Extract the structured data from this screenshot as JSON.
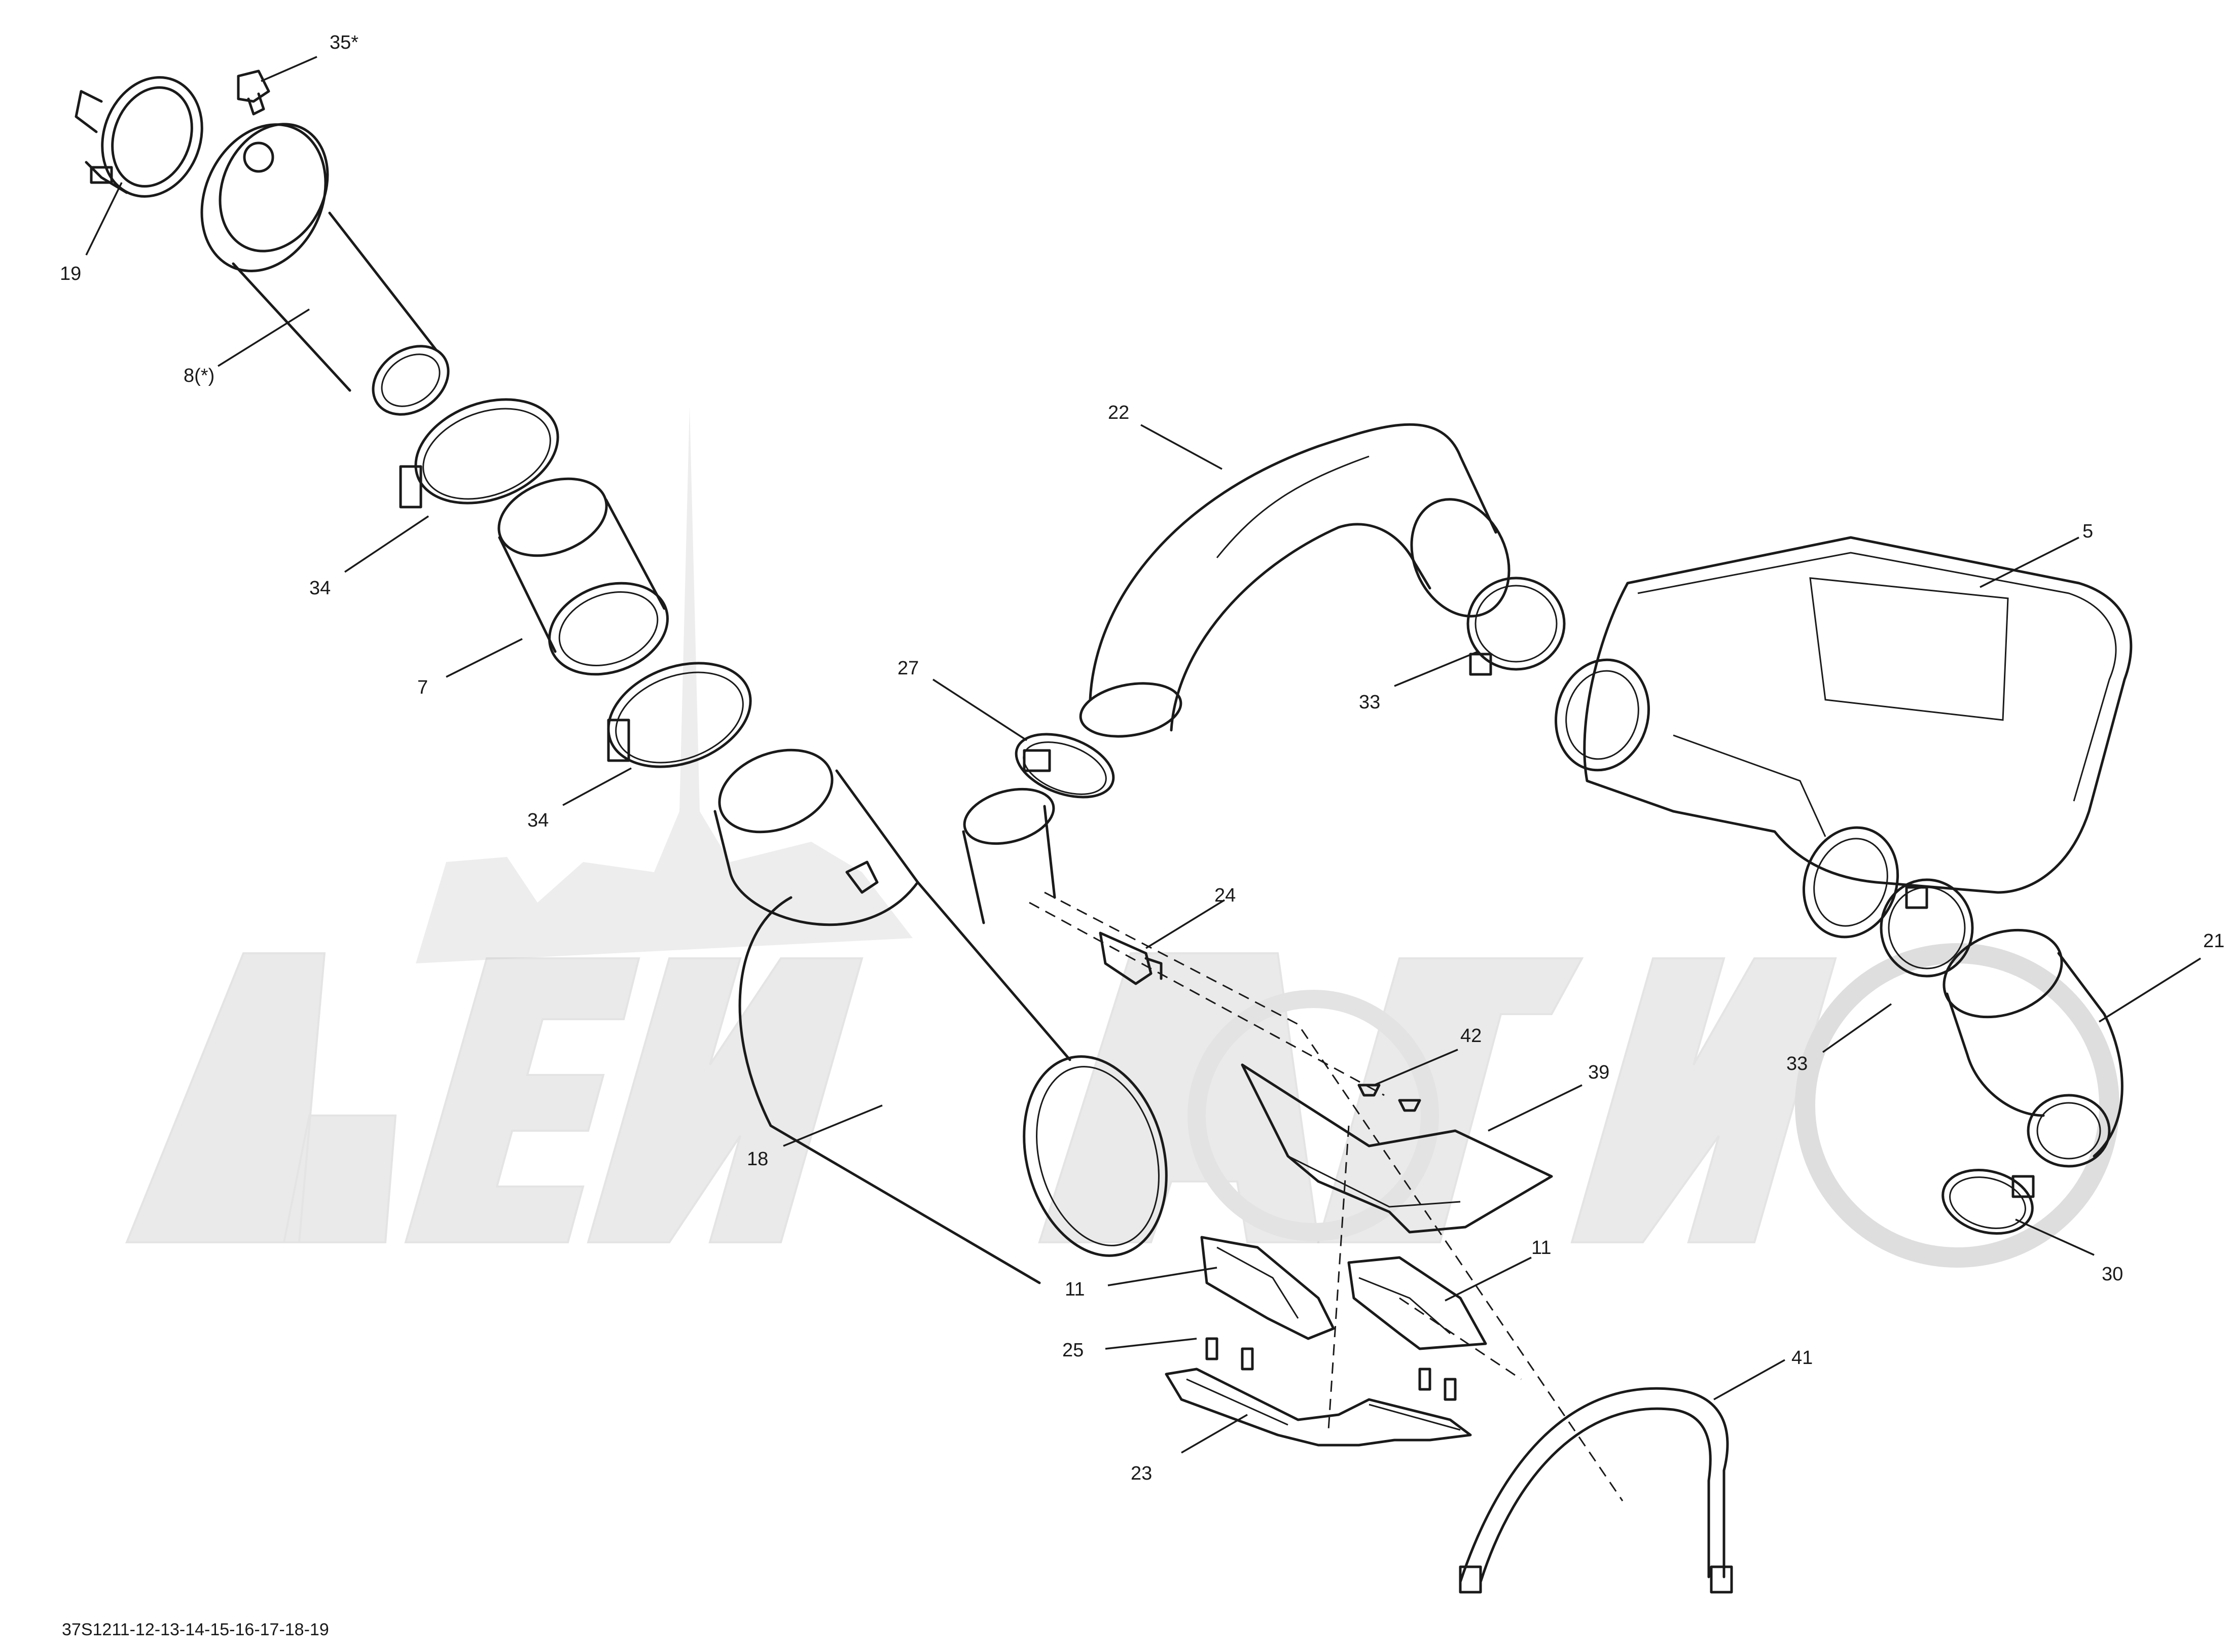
{
  "drawing_code": "37S1211-12-13-14-15-16-17-18-19",
  "callouts": [
    {
      "id": "c35",
      "label": "35*"
    },
    {
      "id": "c19",
      "label": "19"
    },
    {
      "id": "c8",
      "label": "8(*)"
    },
    {
      "id": "c34a",
      "label": "34"
    },
    {
      "id": "c7",
      "label": "7"
    },
    {
      "id": "c34b",
      "label": "34"
    },
    {
      "id": "c22",
      "label": "22"
    },
    {
      "id": "c27",
      "label": "27"
    },
    {
      "id": "c33a",
      "label": "33"
    },
    {
      "id": "c5",
      "label": "5"
    },
    {
      "id": "c24",
      "label": "24"
    },
    {
      "id": "c21",
      "label": "21"
    },
    {
      "id": "c33b",
      "label": "33"
    },
    {
      "id": "c42",
      "label": "42"
    },
    {
      "id": "c39",
      "label": "39"
    },
    {
      "id": "c18",
      "label": "18"
    },
    {
      "id": "c11a",
      "label": "11"
    },
    {
      "id": "c11b",
      "label": "11"
    },
    {
      "id": "c30",
      "label": "30"
    },
    {
      "id": "c25",
      "label": "25"
    },
    {
      "id": "c41",
      "label": "41"
    },
    {
      "id": "c23",
      "label": "23"
    }
  ]
}
